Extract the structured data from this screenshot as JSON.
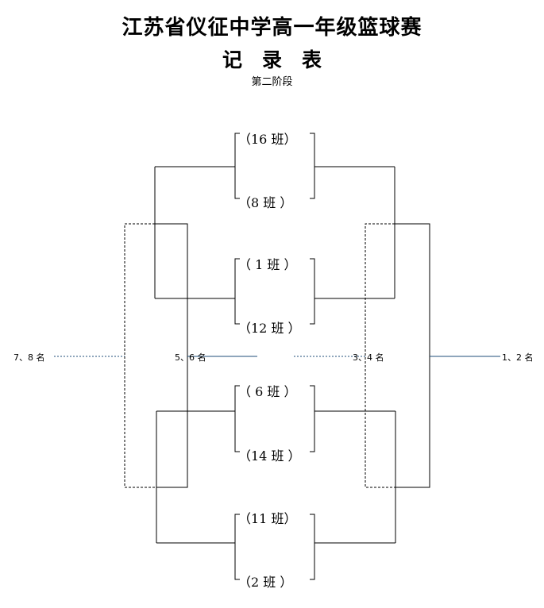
{
  "header": {
    "title": "江苏省仪征中学高一年级篮球赛",
    "subtitle": "记　录　表",
    "stage": "第二阶段"
  },
  "teams": [
    {
      "label": "（16 班）"
    },
    {
      "label": "（8 班 ）"
    },
    {
      "label": "（ 1 班 ）"
    },
    {
      "label": "（12 班 ）"
    },
    {
      "label": "（ 6 班 ）"
    },
    {
      "label": "（14 班 ）"
    },
    {
      "label": "（11 班）"
    },
    {
      "label": "（2 班 ）"
    }
  ],
  "placements": {
    "p78": "7、8 名",
    "p56": "5、6 名",
    "p34": "3、4 名",
    "p12": "1、2 名"
  },
  "colors": {
    "line": "#000000",
    "leader": "#1f4e79"
  }
}
